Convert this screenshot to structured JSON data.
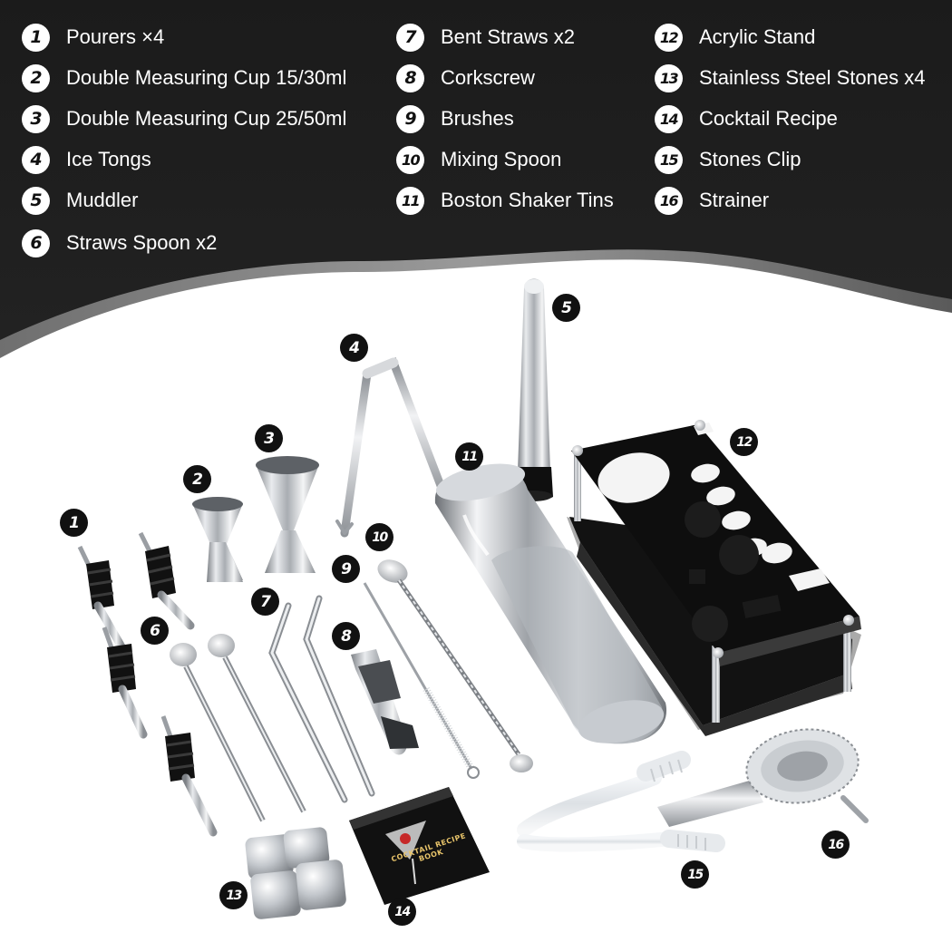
{
  "legend": {
    "items": [
      {
        "num": "1",
        "label": "Pourers ×4"
      },
      {
        "num": "2",
        "label": "Double Measuring Cup 15/30ml"
      },
      {
        "num": "3",
        "label": "Double Measuring Cup 25/50ml"
      },
      {
        "num": "4",
        "label": "Ice Tongs"
      },
      {
        "num": "5",
        "label": "Muddler"
      },
      {
        "num": "6",
        "label": "Straws Spoon x2"
      },
      {
        "num": "7",
        "label": "Bent Straws x2"
      },
      {
        "num": "8",
        "label": "Corkscrew"
      },
      {
        "num": "9",
        "label": "Brushes"
      },
      {
        "num": "10",
        "label": "Mixing Spoon"
      },
      {
        "num": "11",
        "label": "Boston Shaker Tins"
      },
      {
        "num": "12",
        "label": "Acrylic Stand"
      },
      {
        "num": "13",
        "label": "Stainless Steel Stones x4"
      },
      {
        "num": "14",
        "label": "Cocktail Recipe"
      },
      {
        "num": "15",
        "label": "Stones Clip"
      },
      {
        "num": "16",
        "label": "Strainer"
      }
    ]
  },
  "callouts": [
    "1",
    "2",
    "3",
    "4",
    "5",
    "6",
    "7",
    "8",
    "9",
    "10",
    "11",
    "12",
    "13",
    "14",
    "15",
    "16"
  ],
  "recipe_book": {
    "title": "COCKTAIL RECIPE BOOK"
  },
  "colors": {
    "header_bg": "#1b1b1b",
    "background": "#ffffff",
    "badge_dark": "#111111",
    "steel": "#c9ccd0",
    "acrylic": "#0d0d0d"
  }
}
